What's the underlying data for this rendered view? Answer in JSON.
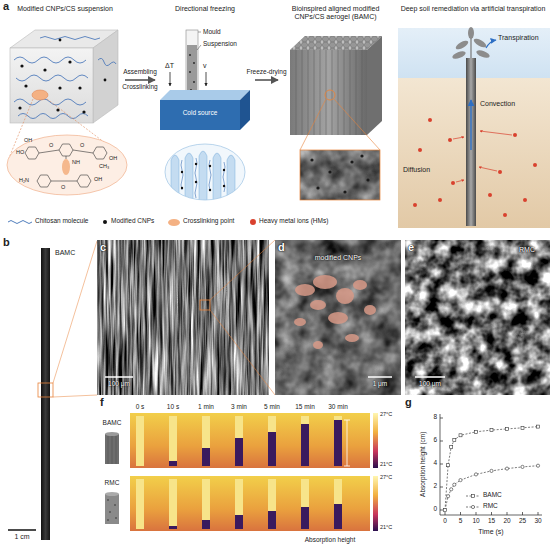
{
  "diagram": {
    "nodes": [
      {
        "text": [
          "Modified CNPs/CS suspension"
        ]
      },
      {
        "text": [
          "Directional freezing"
        ]
      },
      {
        "text": [
          "Bioinspired aligned modified CNPs/CS aerogel (BAMC)"
        ]
      },
      {
        "text": [
          "Deep soil remediation via artificial transpiration"
        ]
      }
    ],
    "edges": [
      {
        "from": 0,
        "to": 1,
        "arrow": "to",
        "label": "Assembling"
      },
      {
        "from": 1,
        "to": 2,
        "arrow": "to",
        "label": "Freeze-drying"
      }
    ],
    "labels": [
      "a",
      "Crosslinking",
      "Mould",
      "Suspension",
      "ΔT",
      "v",
      "Cold source",
      "OH",
      "HO",
      "O",
      "NH",
      "O",
      "OH",
      "H₂N",
      "O",
      "OH",
      "CH₃",
      "Transpiration",
      "Convection",
      "Diffusion",
      "b",
      "BAMC",
      "1 cm",
      "c",
      "100 μm",
      "d",
      "modified CNPs",
      "1 μm",
      "e",
      "RMC",
      "100 μm",
      "f",
      "0 s",
      "10 s",
      "1 min",
      "3 min",
      "5 min",
      "15 min",
      "30 min",
      "BAMC",
      "RMC",
      "27°C",
      "21°C",
      "27°C",
      "21°C",
      "Absorption height",
      "g",
      "Absorption height (cm)",
      "0",
      "2",
      "4",
      "6",
      "8",
      "0",
      "5",
      "10",
      "15",
      "20",
      "25",
      "30",
      "Time (s)"
    ],
    "legend": [
      {
        "text": "Chitosan molecule"
      },
      {
        "text": "Modified CNPs"
      },
      {
        "text": "Crosslinking point",
        "color": "#f4b183"
      },
      {
        "text": "Heavy metal ions (HMs)",
        "color": "#d9412e"
      },
      {
        "text": "BAMC"
      },
      {
        "text": "RMC"
      }
    ]
  }
}
